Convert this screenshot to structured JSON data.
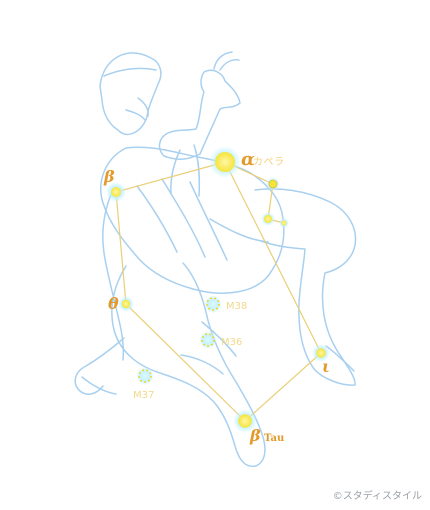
{
  "labels": {
    "alpha_symbol": "α",
    "alpha_name": "カペラ",
    "beta_symbol": "β",
    "theta_symbol": "θ",
    "iota_symbol": "ι",
    "beta_tau_symbol": "β",
    "beta_tau_name": "Tau",
    "m38": "M38",
    "m36": "M36",
    "m37": "M37"
  },
  "copyright": "©スタディスタイル",
  "colors": {
    "outline": "#a9d0ef",
    "constellation_line": "#e9cf77",
    "star_fill": "#f8eb3a",
    "star_glow": "#b8f0ff",
    "greek_label": "#e39a2b"
  }
}
